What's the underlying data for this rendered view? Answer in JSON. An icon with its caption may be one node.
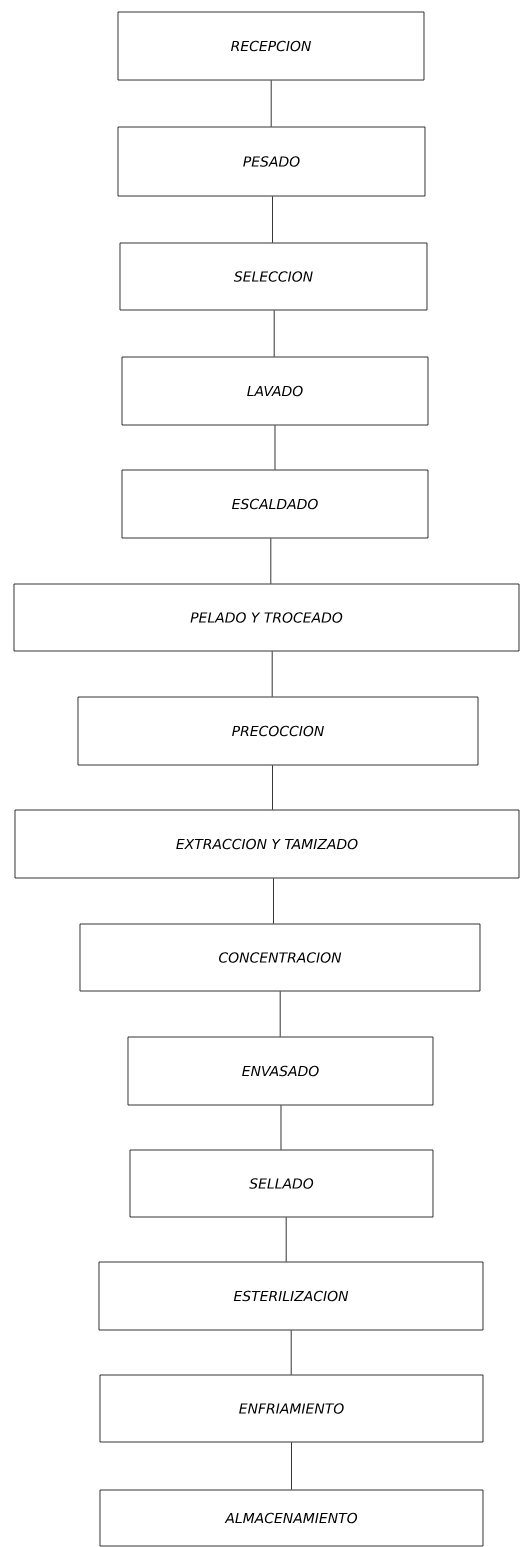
{
  "diagram": {
    "nodes": [
      {
        "text": [
          "RECEPCION"
        ]
      },
      {
        "text": [
          "PESADO"
        ]
      },
      {
        "text": [
          "SELECCION"
        ]
      },
      {
        "text": [
          "LAVADO"
        ]
      },
      {
        "text": [
          "ESCALDADO"
        ]
      },
      {
        "text": [
          "PELADO Y TROCEADO"
        ]
      },
      {
        "text": [
          "PRECOCCION"
        ]
      },
      {
        "text": [
          "EXTRACCION Y TAMIZADO"
        ]
      },
      {
        "text": [
          "CONCENTRACION"
        ]
      },
      {
        "text": [
          "ENVASADO"
        ]
      },
      {
        "text": [
          "SELLADO"
        ]
      },
      {
        "text": [
          "ESTERILIZACION"
        ]
      },
      {
        "text": [
          "ENFRIAMIENTO"
        ]
      },
      {
        "text": [
          "ALMACENAMIENTO"
        ]
      }
    ],
    "edges": [
      {
        "from": 0,
        "to": 1,
        "arrow": "none"
      },
      {
        "from": 1,
        "to": 2,
        "arrow": "none"
      },
      {
        "from": 2,
        "to": 3,
        "arrow": "none"
      },
      {
        "from": 3,
        "to": 4,
        "arrow": "none"
      },
      {
        "from": 4,
        "to": 5,
        "arrow": "none"
      },
      {
        "from": 5,
        "to": 6,
        "arrow": "none"
      },
      {
        "from": 6,
        "to": 7,
        "arrow": "none"
      },
      {
        "from": 7,
        "to": 8,
        "arrow": "none"
      },
      {
        "from": 8,
        "to": 9,
        "arrow": "none"
      },
      {
        "from": 9,
        "to": 10,
        "arrow": "none"
      },
      {
        "from": 10,
        "to": 11,
        "arrow": "none"
      },
      {
        "from": 11,
        "to": 12,
        "arrow": "none"
      },
      {
        "from": 12,
        "to": 13,
        "arrow": "none"
      }
    ]
  }
}
